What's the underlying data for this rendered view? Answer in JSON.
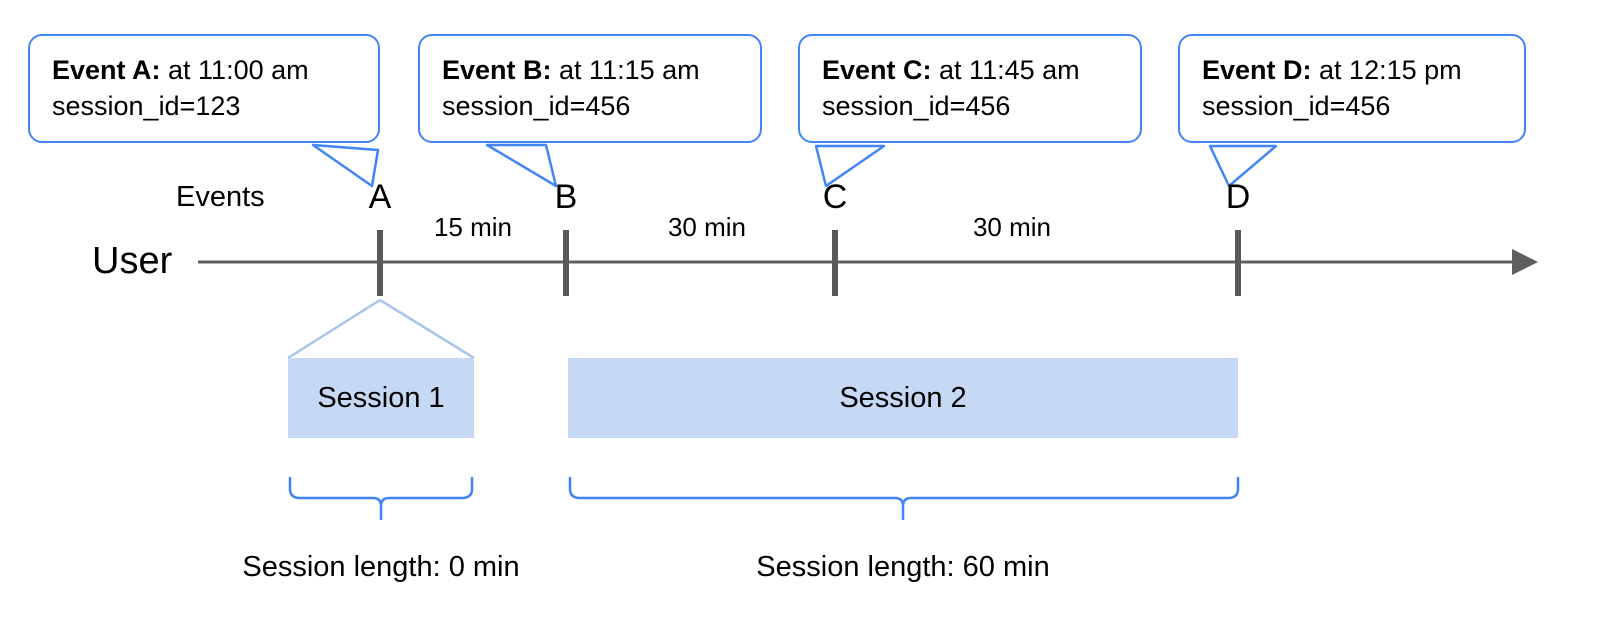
{
  "diagram": {
    "title_text_present": false,
    "colors": {
      "callout_border": "#4285f4",
      "session_fill": "#c5d9f5",
      "session_edge": "#a8c4ec",
      "axis": "#5f5f5f",
      "marker": "#595959",
      "brace": "#4285f4",
      "text": "#000000",
      "background": "#ffffff"
    },
    "lanes": {
      "events_label": "Events",
      "user_label": "User"
    },
    "callouts": [
      {
        "id": "A",
        "bold": "Event A:",
        "rest": " at 11:00 am",
        "line2": "session_id=123"
      },
      {
        "id": "B",
        "bold": "Event B:",
        "rest": " at 11:15 am",
        "line2": "session_id=456"
      },
      {
        "id": "C",
        "bold": "Event C:",
        "rest": " at 11:45 am",
        "line2": "session_id=456"
      },
      {
        "id": "D",
        "bold": "Event D:",
        "rest": " at 12:15 pm",
        "line2": "session_id=456"
      }
    ],
    "events": [
      {
        "letter": "A",
        "time": "11:00 am",
        "session_id": "123"
      },
      {
        "letter": "B",
        "time": "11:15 am",
        "session_id": "456"
      },
      {
        "letter": "C",
        "time": "11:45 am",
        "session_id": "456"
      },
      {
        "letter": "D",
        "time": "12:15 pm",
        "session_id": "456"
      }
    ],
    "gaps": [
      {
        "from": "A",
        "to": "B",
        "label": "15 min"
      },
      {
        "from": "B",
        "to": "C",
        "label": "30 min"
      },
      {
        "from": "C",
        "to": "D",
        "label": "30 min"
      }
    ],
    "sessions": [
      {
        "name": "Session 1",
        "length_label": "Session length: 0 min"
      },
      {
        "name": "Session 2",
        "length_label": "Session length: 60 min"
      }
    ]
  }
}
